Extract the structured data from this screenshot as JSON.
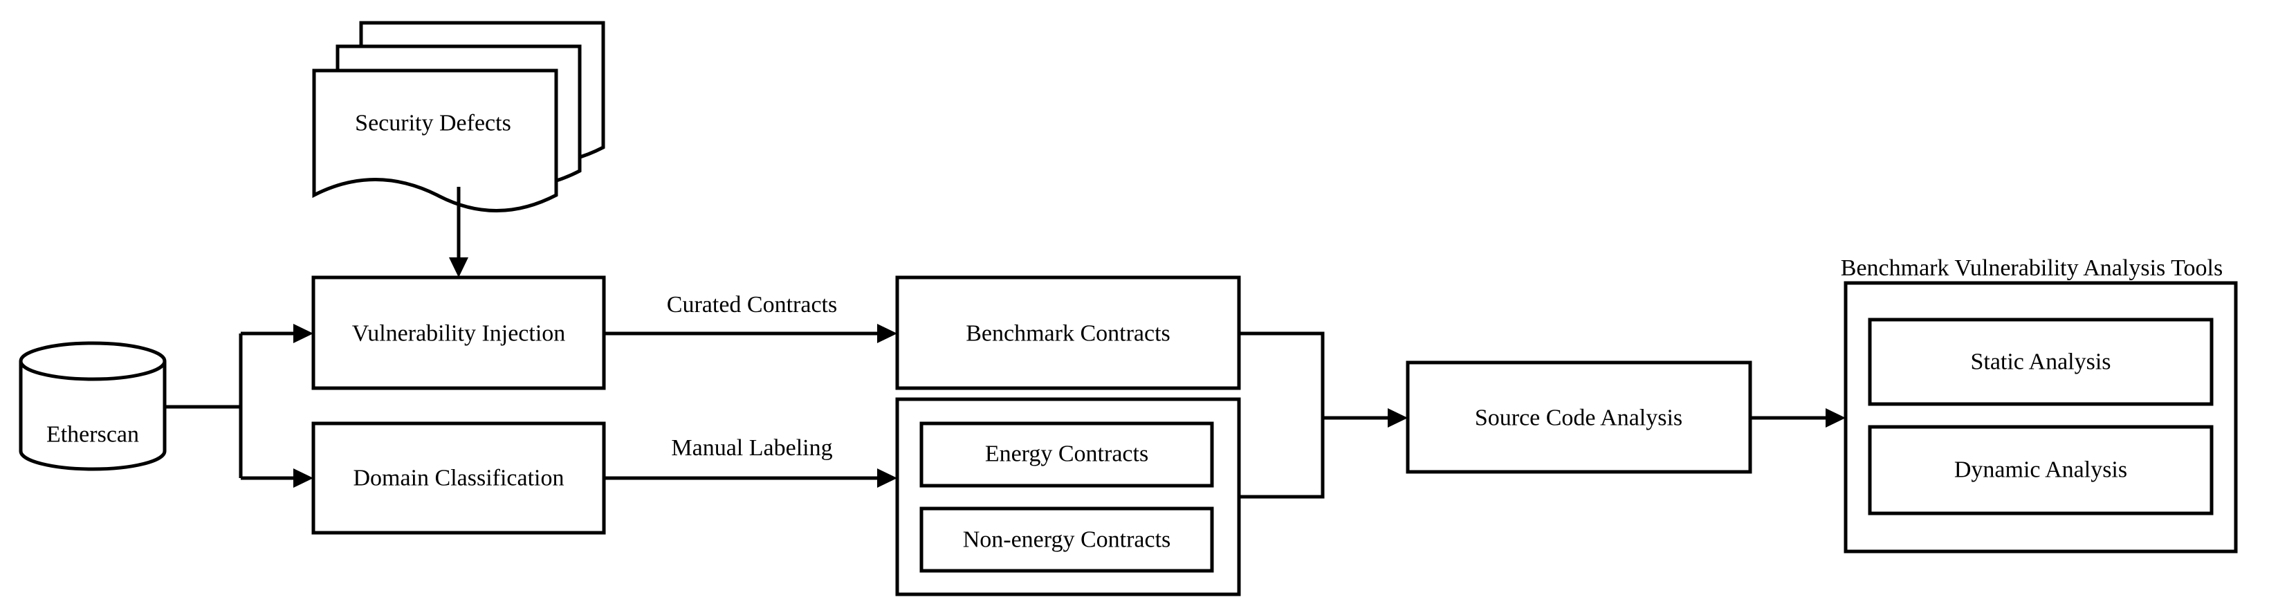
{
  "nodes": {
    "security_defects": "Security Defects",
    "etherscan": "Etherscan",
    "vulnerability_injection": "Vulnerability Injection",
    "domain_classification": "Domain Classification",
    "benchmark_contracts": "Benchmark Contracts",
    "energy_contracts": "Energy Contracts",
    "non_energy_contracts": "Non-energy Contracts",
    "source_code_analysis": "Source Code Analysis",
    "static_analysis": "Static Analysis",
    "dynamic_analysis": "Dynamic Analysis"
  },
  "edges": {
    "curated_contracts": "Curated Contracts",
    "manual_labeling": "Manual Labeling"
  },
  "groups": {
    "benchmark_tools": "Benchmark Vulnerability Analysis Tools"
  },
  "colors": {
    "stroke": "#000000",
    "fill": "#ffffff",
    "text": "#000000"
  }
}
